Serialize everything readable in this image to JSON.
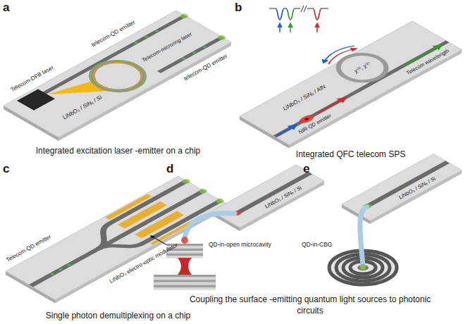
{
  "diagram": {
    "labels": [
      "a",
      "Telecom-DFB laser",
      "telecom-QD emitter",
      "Telecom-microring laser",
      "telecom-QD emitter",
      "LiNbO₃ / SiNₓ / Si",
      "Integrated excitation laser -emitter on a chip",
      "b",
      "LiNbO₃ / SiNₓ / AlN",
      "χ⁽³⁾, χ⁽²⁾",
      "NIR-QD emitter",
      "Telecom wavelength",
      "Integrated QFC telecom SPS",
      "c",
      "Telecom-QD emitter",
      "LiNbO₃ electro-optic modulator",
      "Single photon demultiplexing on a chip",
      "d",
      "QD-in-open microcavity",
      "LiNbO₃ / SiNₓ / Si",
      "e",
      "QD-in-CBG",
      "LiNbO₃ / SiNₓ / Si",
      "Coupling the surface -emitting quantum light sources to photonic circuits"
    ]
  }
}
